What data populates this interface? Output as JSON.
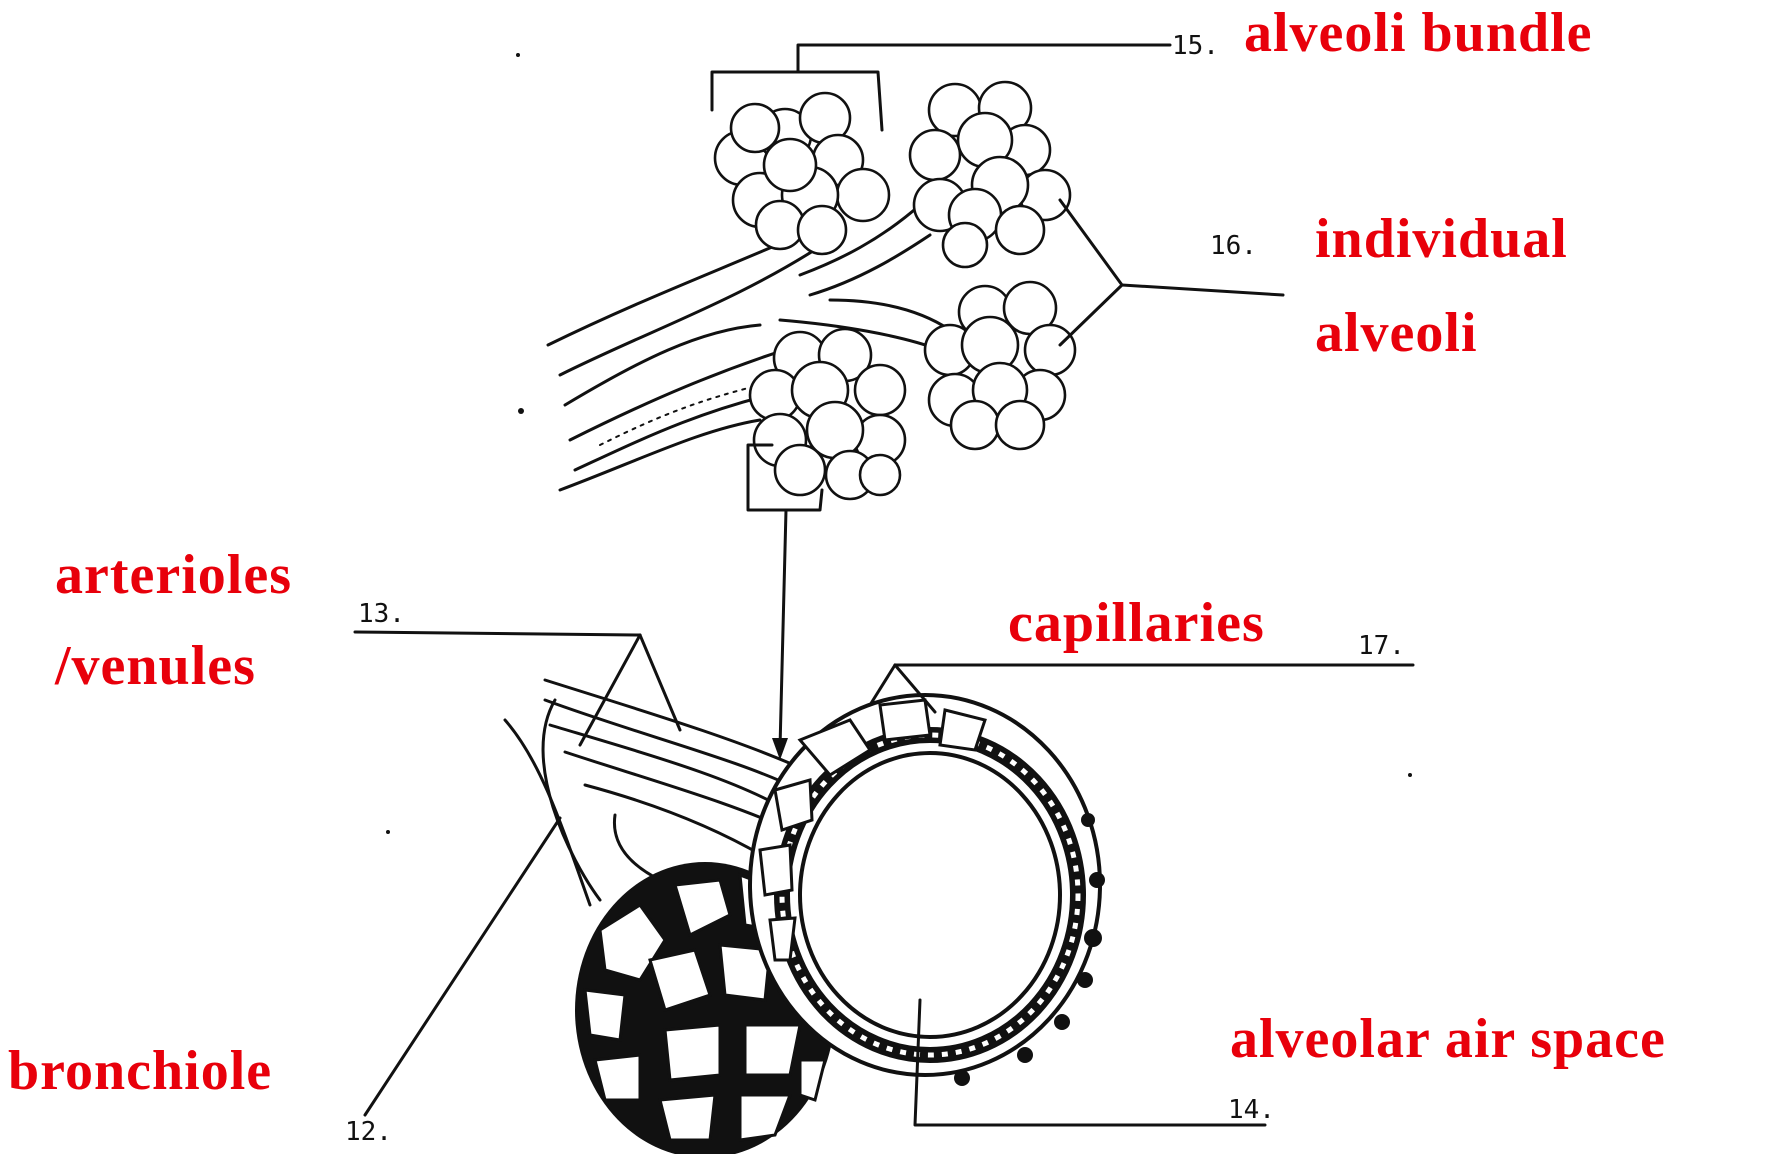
{
  "labels": {
    "alveoli_bundle": "alveoli bundle",
    "individual_alveoli_line1": "individual",
    "individual_alveoli_line2": "alveoli",
    "arterioles_line1": "arterioles",
    "arterioles_line2": "/venules",
    "capillaries": "capillaries",
    "alveolar_air_space": "alveolar air space",
    "bronchiole": "bronchiole"
  },
  "numbers": {
    "n12": "12.",
    "n13": "13.",
    "n14": "14.",
    "n15": "15.",
    "n16": "16.",
    "n17": "17."
  },
  "colors": {
    "label_color": "#e8000b",
    "line_color": "#111111",
    "background": "#ffffff"
  }
}
